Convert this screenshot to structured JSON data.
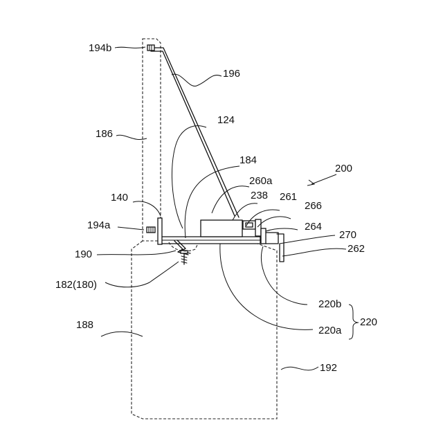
{
  "labels": {
    "l194b": "194b",
    "l196": "196",
    "l124": "124",
    "l186": "186",
    "l184": "184",
    "l200": "200",
    "l260a": "260a",
    "l238": "238",
    "l140": "140",
    "l261": "261",
    "l266": "266",
    "l194a": "194a",
    "l264": "264",
    "l270": "270",
    "l190": "190",
    "l262": "262",
    "l182": "182(180)",
    "l220b": "220b",
    "l220": "220",
    "l188": "188",
    "l220a": "220a",
    "l192": "192"
  }
}
